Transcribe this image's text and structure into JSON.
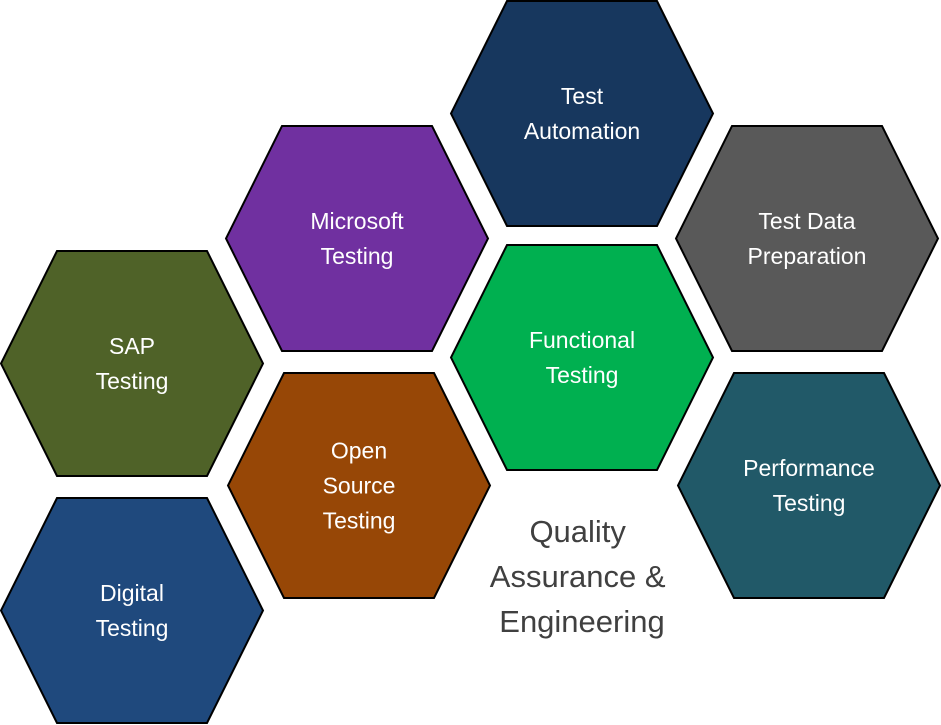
{
  "title_lines": [
    "Quality",
    "Assurance &",
    "Engineering"
  ],
  "hexagons": [
    {
      "id": "test-automation",
      "lines": [
        "Test",
        "Automation"
      ],
      "color": "#17375e"
    },
    {
      "id": "microsoft-testing",
      "lines": [
        "Microsoft",
        "Testing"
      ],
      "color": "#7030a0"
    },
    {
      "id": "test-data-preparation",
      "lines": [
        "Test Data",
        "Preparation"
      ],
      "color": "#595959"
    },
    {
      "id": "sap-testing",
      "lines": [
        "SAP",
        "Testing"
      ],
      "color": "#4f6228"
    },
    {
      "id": "functional-testing",
      "lines": [
        "Functional",
        "Testing"
      ],
      "color": "#00b050"
    },
    {
      "id": "open-source-testing",
      "lines": [
        "Open",
        "Source",
        "Testing"
      ],
      "color": "#974706"
    },
    {
      "id": "performance-testing",
      "lines": [
        "Performance",
        "Testing"
      ],
      "color": "#215968"
    },
    {
      "id": "digital-testing",
      "lines": [
        "Digital",
        "Testing"
      ],
      "color": "#1f497d"
    }
  ]
}
